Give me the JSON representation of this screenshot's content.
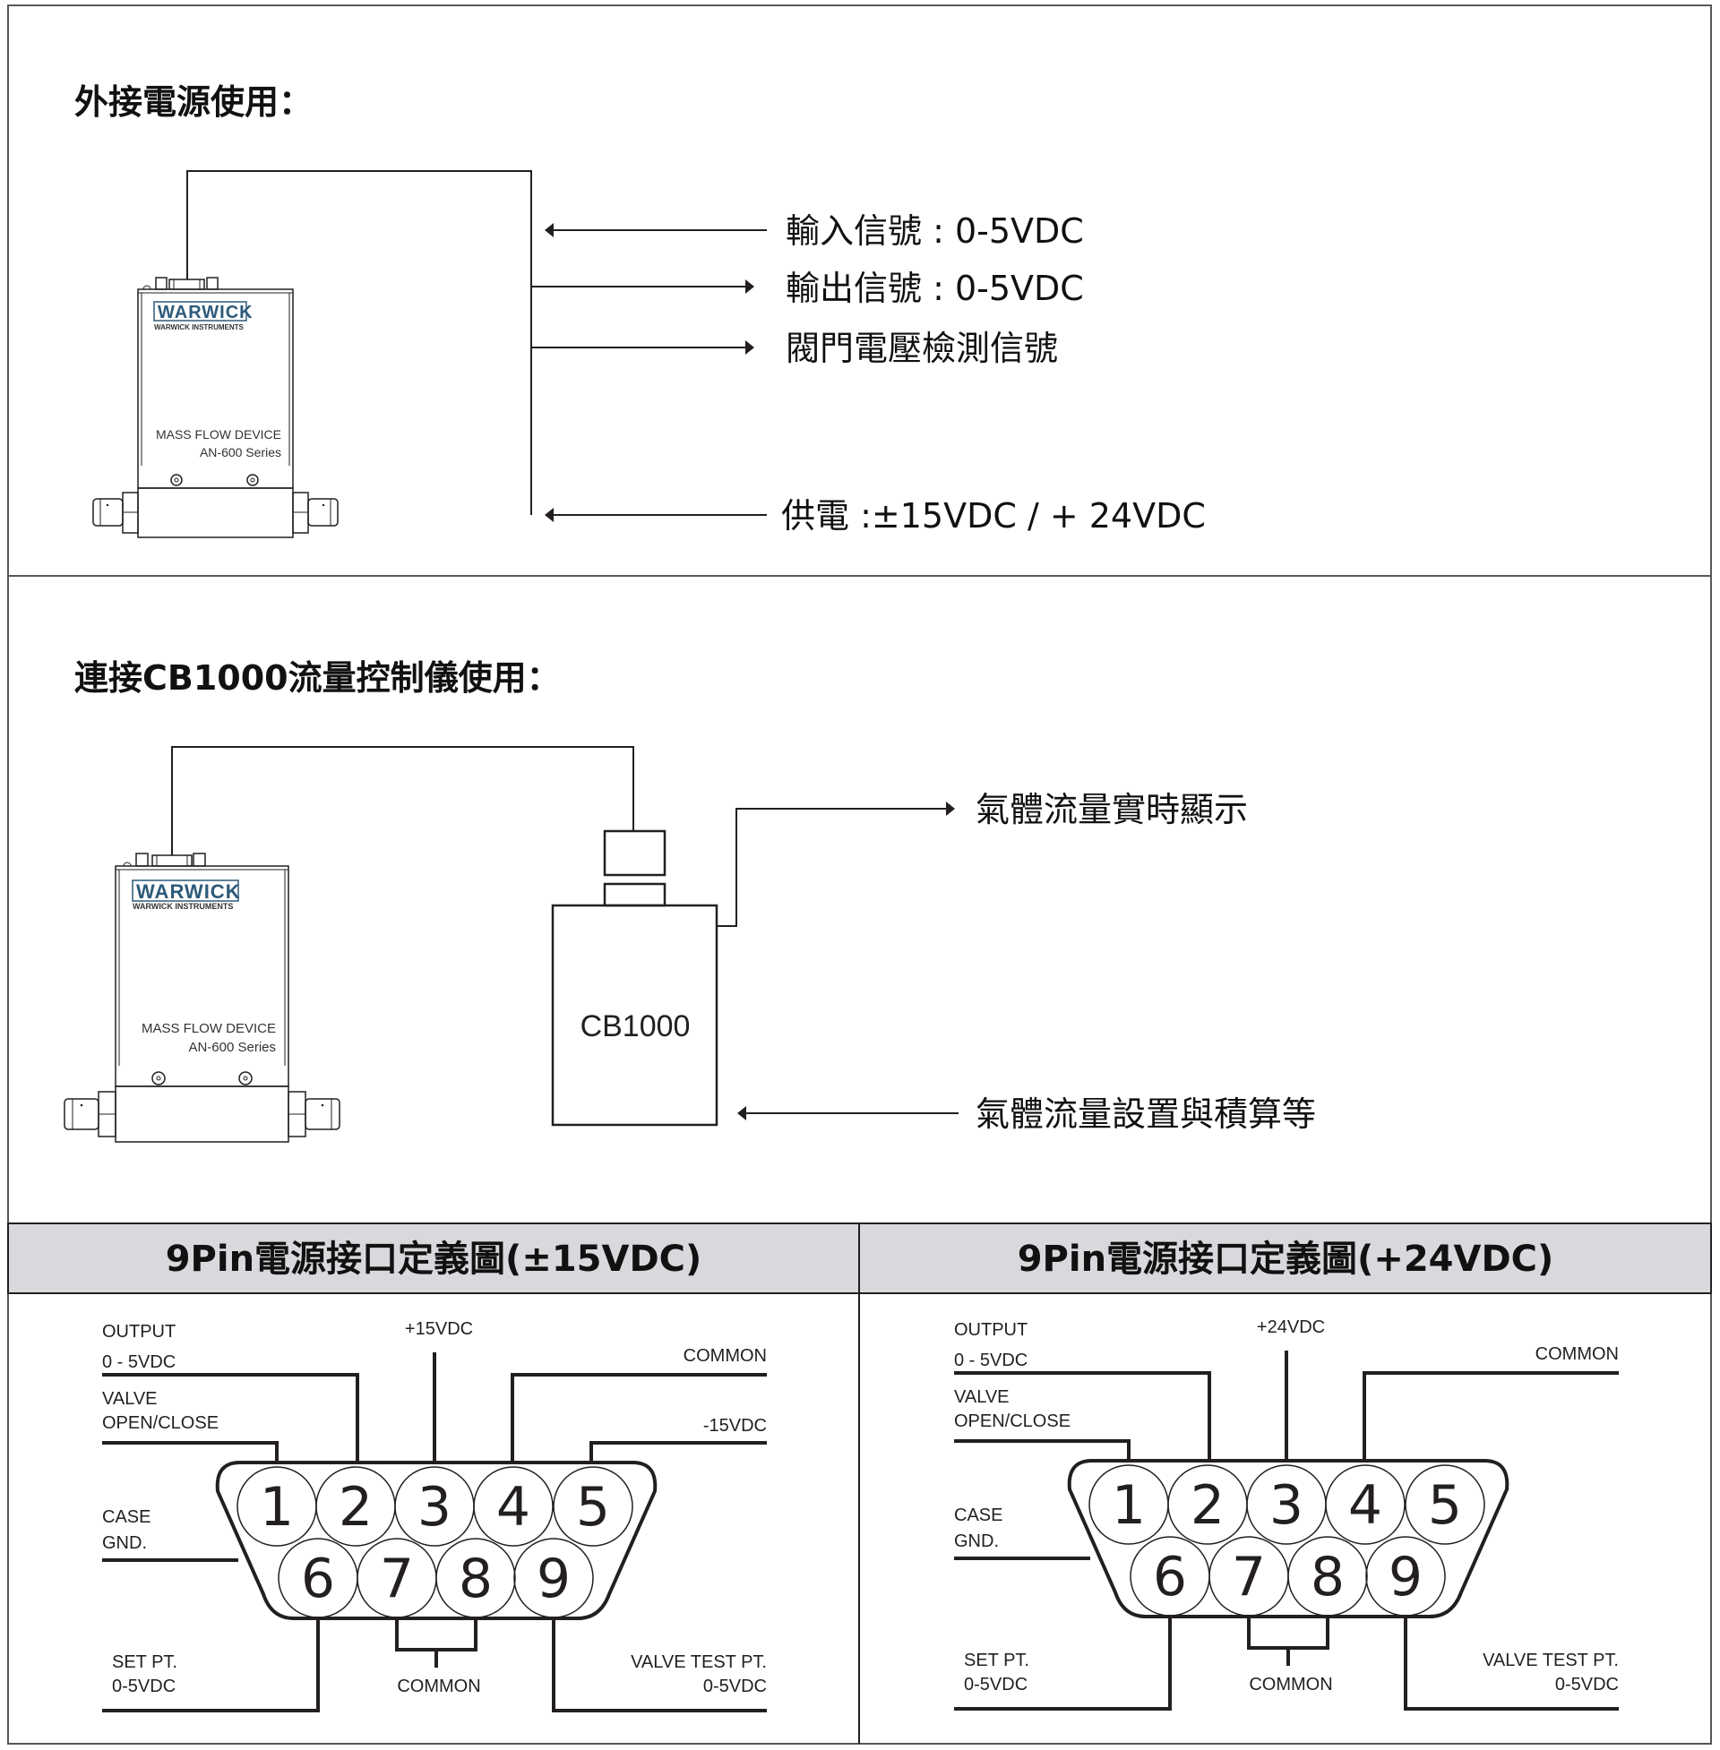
{
  "section_external_power": {
    "title": "外接電源使用：",
    "signals": [
      {
        "label": "輸入信號 : 0-5VDC",
        "direction": "in"
      },
      {
        "label": "輸出信號 : 0-5VDC",
        "direction": "out"
      },
      {
        "label": "閥門電壓檢測信號",
        "direction": "out"
      },
      {
        "label": "供電 :±15VDC / + 24VDC",
        "direction": "in"
      }
    ]
  },
  "device": {
    "brand": "WARWICK",
    "brand_sub": "WARWICK INSTRUMENTS",
    "line1": "MASS FLOW DEVICE",
    "line2": "AN-600 Series",
    "logo_color": "#2d5a7a"
  },
  "section_cb1000": {
    "title": "連接CB1000流量控制儀使用：",
    "controller_label": "CB1000",
    "outputs": [
      {
        "label": "氣體流量實時顯示",
        "direction": "out"
      },
      {
        "label": "氣體流量設置與積算等",
        "direction": "in"
      }
    ]
  },
  "pinouts": [
    {
      "header": "9Pin電源接口定義圖(±15VDC)",
      "top_left_1a": "OUTPUT",
      "top_left_1b": "0 - 5VDC",
      "top_left_2a": "VALVE",
      "top_left_2b": "OPEN/CLOSE",
      "top_center": "+15VDC",
      "top_right_1": "COMMON",
      "top_right_2": "-15VDC",
      "left_mid_a": "CASE",
      "left_mid_b": "GND.",
      "bottom_left_a": "SET PT.",
      "bottom_left_b": "0-5VDC",
      "bottom_center": "COMMON",
      "bottom_right_a": "VALVE TEST PT.",
      "bottom_right_b": "0-5VDC",
      "pins_top": [
        "1",
        "2",
        "3",
        "4",
        "5"
      ],
      "pins_bottom": [
        "6",
        "7",
        "8",
        "9"
      ]
    },
    {
      "header": "9Pin電源接口定義圖(+24VDC)",
      "top_left_1a": "OUTPUT",
      "top_left_1b": "0 - 5VDC",
      "top_left_2a": "VALVE",
      "top_left_2b": "OPEN/CLOSE",
      "top_center": "+24VDC",
      "top_right_1": "COMMON",
      "left_mid_a": "CASE",
      "left_mid_b": "GND.",
      "bottom_left_a": "SET PT.",
      "bottom_left_b": "0-5VDC",
      "bottom_center": "COMMON",
      "bottom_right_a": "VALVE TEST PT.",
      "bottom_right_b": "0-5VDC",
      "pins_top": [
        "1",
        "2",
        "3",
        "4",
        "5"
      ],
      "pins_bottom": [
        "6",
        "7",
        "8",
        "9"
      ]
    }
  ],
  "colors": {
    "line": "#231f20",
    "header_bg": "#d8d9dd",
    "border": "#5a5657"
  }
}
